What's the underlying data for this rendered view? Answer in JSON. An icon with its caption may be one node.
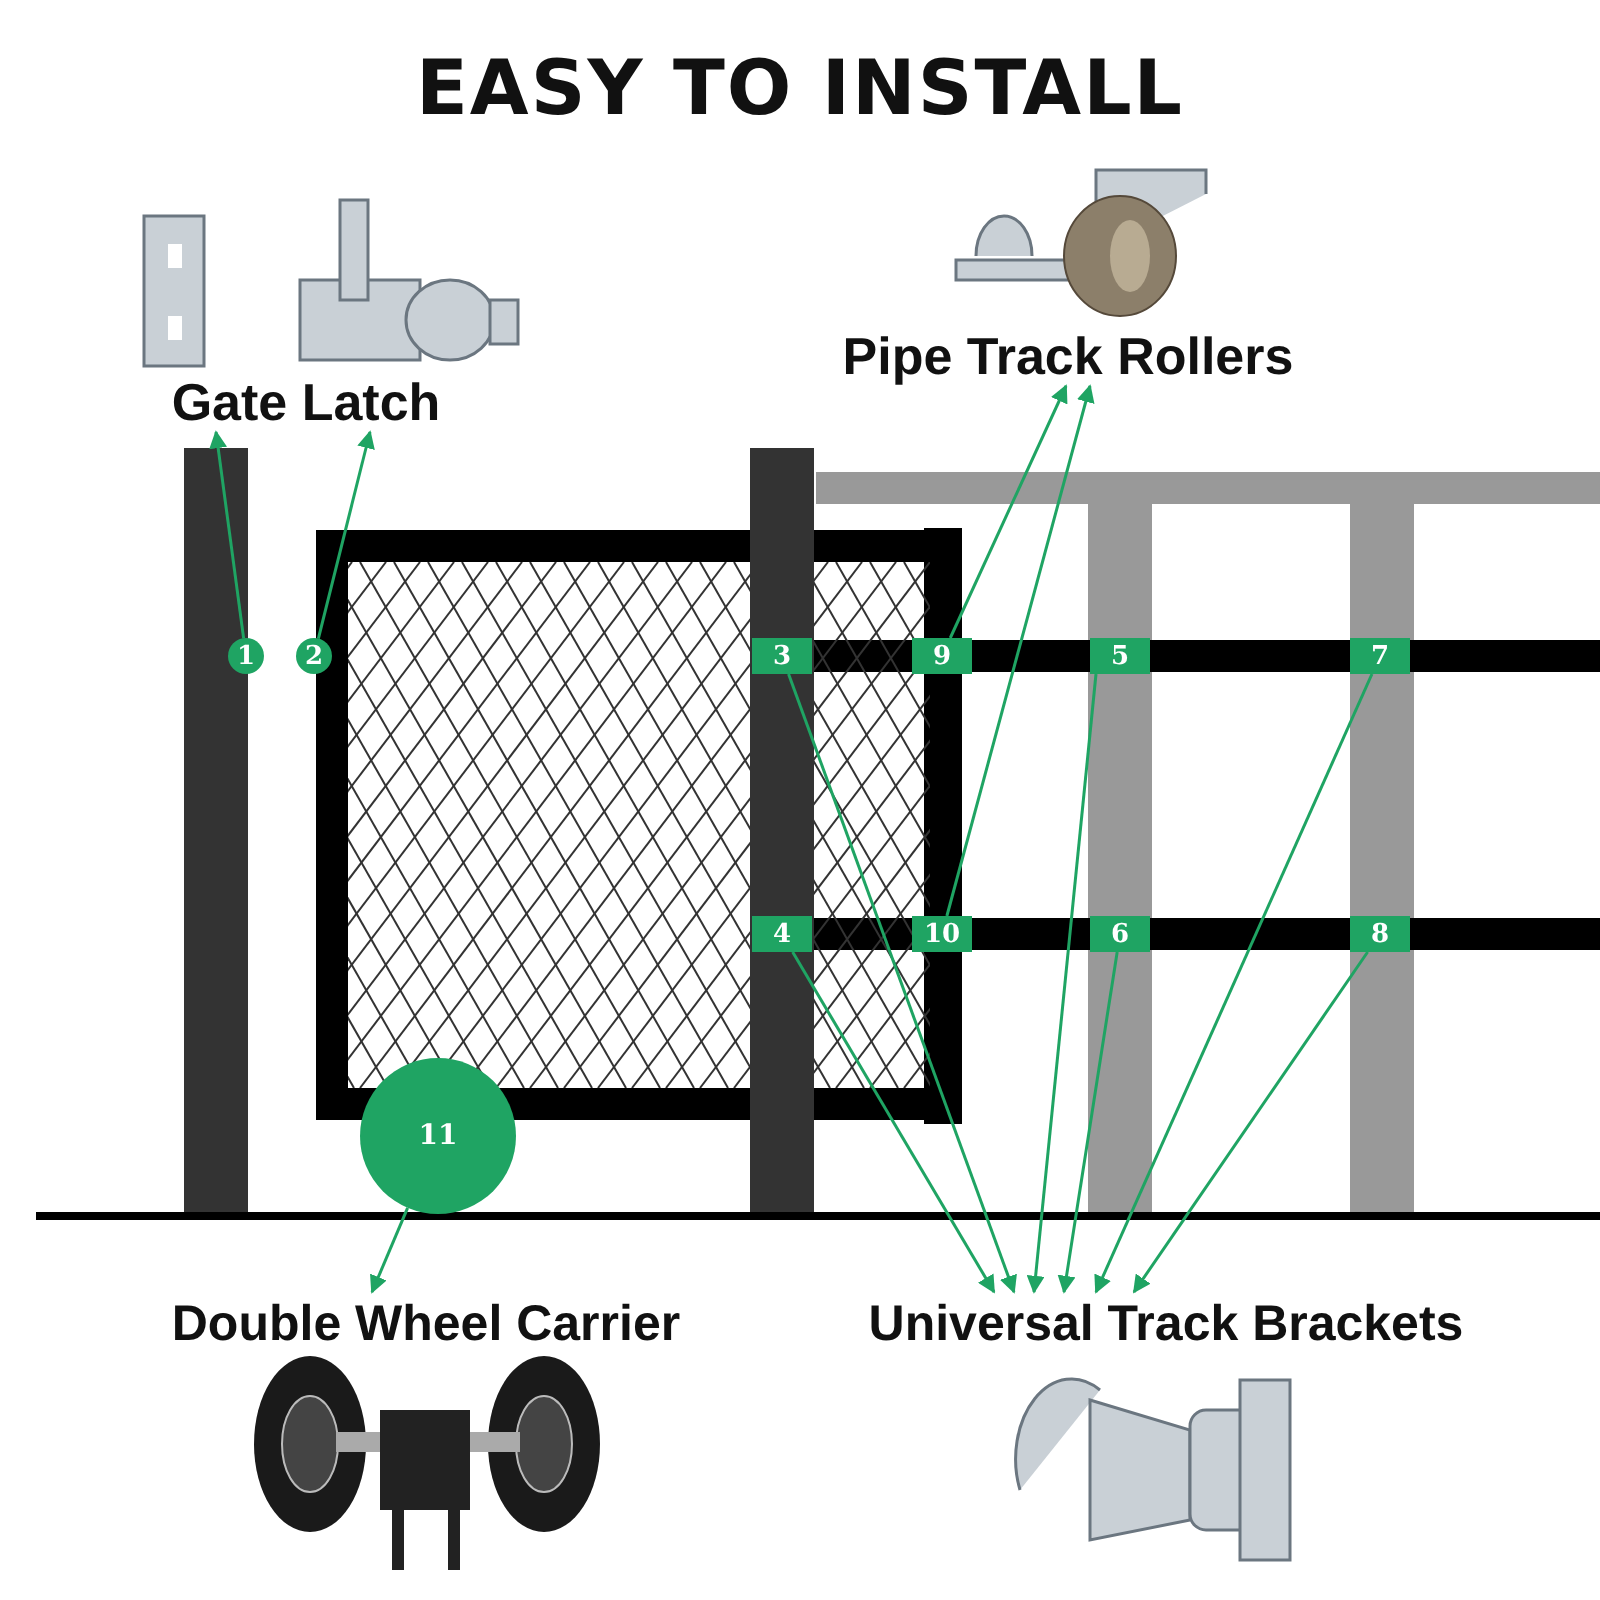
{
  "diagram": {
    "title": "EASY TO INSTALL",
    "nodes": [
      {
        "text": [
          "Gate Latch"
        ]
      },
      {
        "text": [
          "Pipe Track Rollers"
        ]
      },
      {
        "text": [
          "Double Wheel Carrier"
        ]
      },
      {
        "text": [
          "Universal Track Brackets"
        ]
      },
      {
        "text": [
          "1"
        ]
      },
      {
        "text": [
          "2"
        ]
      },
      {
        "text": [
          "3"
        ]
      },
      {
        "text": [
          "9"
        ]
      },
      {
        "text": [
          "5"
        ]
      },
      {
        "text": [
          "7"
        ]
      },
      {
        "text": [
          "4"
        ]
      },
      {
        "text": [
          "10"
        ]
      },
      {
        "text": [
          "6"
        ]
      },
      {
        "text": [
          "8"
        ]
      },
      {
        "text": [
          "11"
        ]
      }
    ],
    "edges": [
      {
        "from": 4,
        "to": 0,
        "arrow": "to"
      },
      {
        "from": 5,
        "to": 0,
        "arrow": "to"
      },
      {
        "from": 7,
        "to": 1,
        "arrow": "to"
      },
      {
        "from": 11,
        "to": 1,
        "arrow": "to"
      },
      {
        "from": 10,
        "to": 3,
        "arrow": "to"
      },
      {
        "from": 6,
        "to": 3,
        "arrow": "to"
      },
      {
        "from": 12,
        "to": 3,
        "arrow": "to"
      },
      {
        "from": 8,
        "to": 3,
        "arrow": "to"
      },
      {
        "from": 9,
        "to": 3,
        "arrow": "to"
      },
      {
        "from": 13,
        "to": 3,
        "arrow": "to"
      },
      {
        "from": 14,
        "to": 2,
        "arrow": "to"
      }
    ]
  }
}
